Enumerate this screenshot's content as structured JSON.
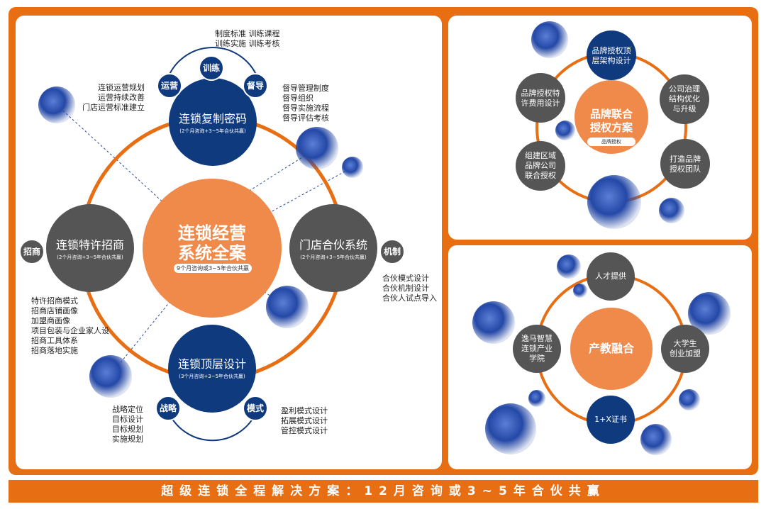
{
  "main": {
    "center": {
      "title_line1": "连锁经营",
      "title_line2": "系统全案",
      "sub": "9个月咨询或3~5年合伙共赢"
    },
    "top": {
      "title": "连锁复制密码",
      "sub": "(2个月咨询+3~5年合伙共赢)"
    },
    "left": {
      "title": "连锁特许招商",
      "sub": "(2个月咨询+3~5年合伙共赢)"
    },
    "right": {
      "title": "门店合伙系统",
      "sub": "(2个月咨询+3~5年合伙共赢)"
    },
    "bottom": {
      "title": "连锁顶层设计",
      "sub": "(3个月咨询+3~5年合伙共赢)"
    },
    "badges": {
      "train": "训练",
      "ops": "运营",
      "supervise": "督导",
      "recruit": "招商",
      "mechanism": "机制",
      "strategy": "战略",
      "model": "模式"
    },
    "lists": {
      "train": [
        "制度标准  训练课程",
        "训练实施  训练考核"
      ],
      "ops": [
        "连锁运营规划",
        "运营持续改善",
        "门店运营标准建立"
      ],
      "supervise": [
        "督导管理制度",
        "督导组织",
        "督导实施流程",
        "督导评估考核"
      ],
      "recruit": [
        "特许招商模式",
        "招商店铺画像",
        "加盟商画像",
        "项目包装与企业家人设",
        "招商工具体系",
        "招商落地实施"
      ],
      "mechanism": [
        "合伙模式设计",
        "合伙机制设计",
        "合伙人试点导入"
      ],
      "strategy": [
        "战略定位",
        "目标设计",
        "目标规划",
        "实施规划"
      ],
      "model": [
        "盈利模式设计",
        "拓展模式设计",
        "管控模式设计"
      ]
    }
  },
  "brand": {
    "center_line1": "品牌联合",
    "center_line2": "授权方案",
    "center_tag": "品牌授权",
    "nodes": [
      {
        "line1": "品牌授权顶",
        "line2": "层架构设计"
      },
      {
        "line1": "公司治理",
        "line2": "结构优化",
        "line3": "与升级"
      },
      {
        "line1": "打造品牌",
        "line2": "授权团队"
      },
      {
        "line1": "组建区域",
        "line2": "品牌公司",
        "line3": "联合授权"
      },
      {
        "line1": "品牌授权特",
        "line2": "许费用设计"
      }
    ]
  },
  "edu": {
    "center": "产教融合",
    "nodes": [
      {
        "line1": "人才提供"
      },
      {
        "line1": "大学生",
        "line2": "创业加盟"
      },
      {
        "line1": "1+X证书"
      },
      {
        "line1": "逸马智慧",
        "line2": "连锁产业",
        "line3": "学院"
      }
    ]
  },
  "banner": "超级连锁全程解决方案：12月咨询或3~5年合伙共赢",
  "colors": {
    "orange": "#e86e14",
    "navy": "#0f3a7d",
    "gray": "#555555",
    "light_orange": "#f08a4b",
    "white": "#ffffff"
  }
}
